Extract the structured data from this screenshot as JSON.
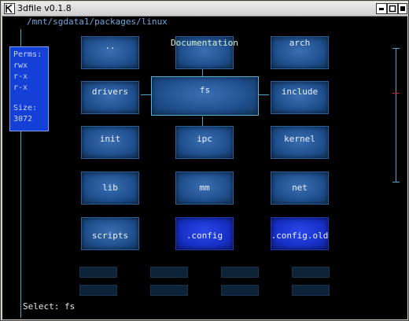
{
  "window": {
    "title": "3dfile v0.1.8"
  },
  "path": "/mnt/sgdata1/packages/linux",
  "info_panel": {
    "perms_label": "Perms:",
    "perms": [
      "rwx",
      "r-x",
      "r-x"
    ],
    "size_label": "Size:",
    "size": "3072"
  },
  "tiles": [
    {
      "label": ".."
    },
    {
      "label": "Documentation"
    },
    {
      "label": "arch"
    },
    {
      "label": "drivers"
    },
    {
      "label": "fs"
    },
    {
      "label": "include"
    },
    {
      "label": "init"
    },
    {
      "label": "ipc"
    },
    {
      "label": "kernel"
    },
    {
      "label": "lib"
    },
    {
      "label": "mm"
    },
    {
      "label": "net"
    },
    {
      "label": "scripts"
    },
    {
      "label": ".config"
    },
    {
      "label": ".config.old"
    }
  ],
  "selection": {
    "text": "Select: fs",
    "current": "fs"
  },
  "colors": {
    "background": "#000000",
    "tile": "#1f4f8e",
    "tile_file": "#1730c8",
    "accent_line": "#4aa3c8",
    "info_panel": "#1540d8",
    "scroll_marker": "#cc2222"
  }
}
